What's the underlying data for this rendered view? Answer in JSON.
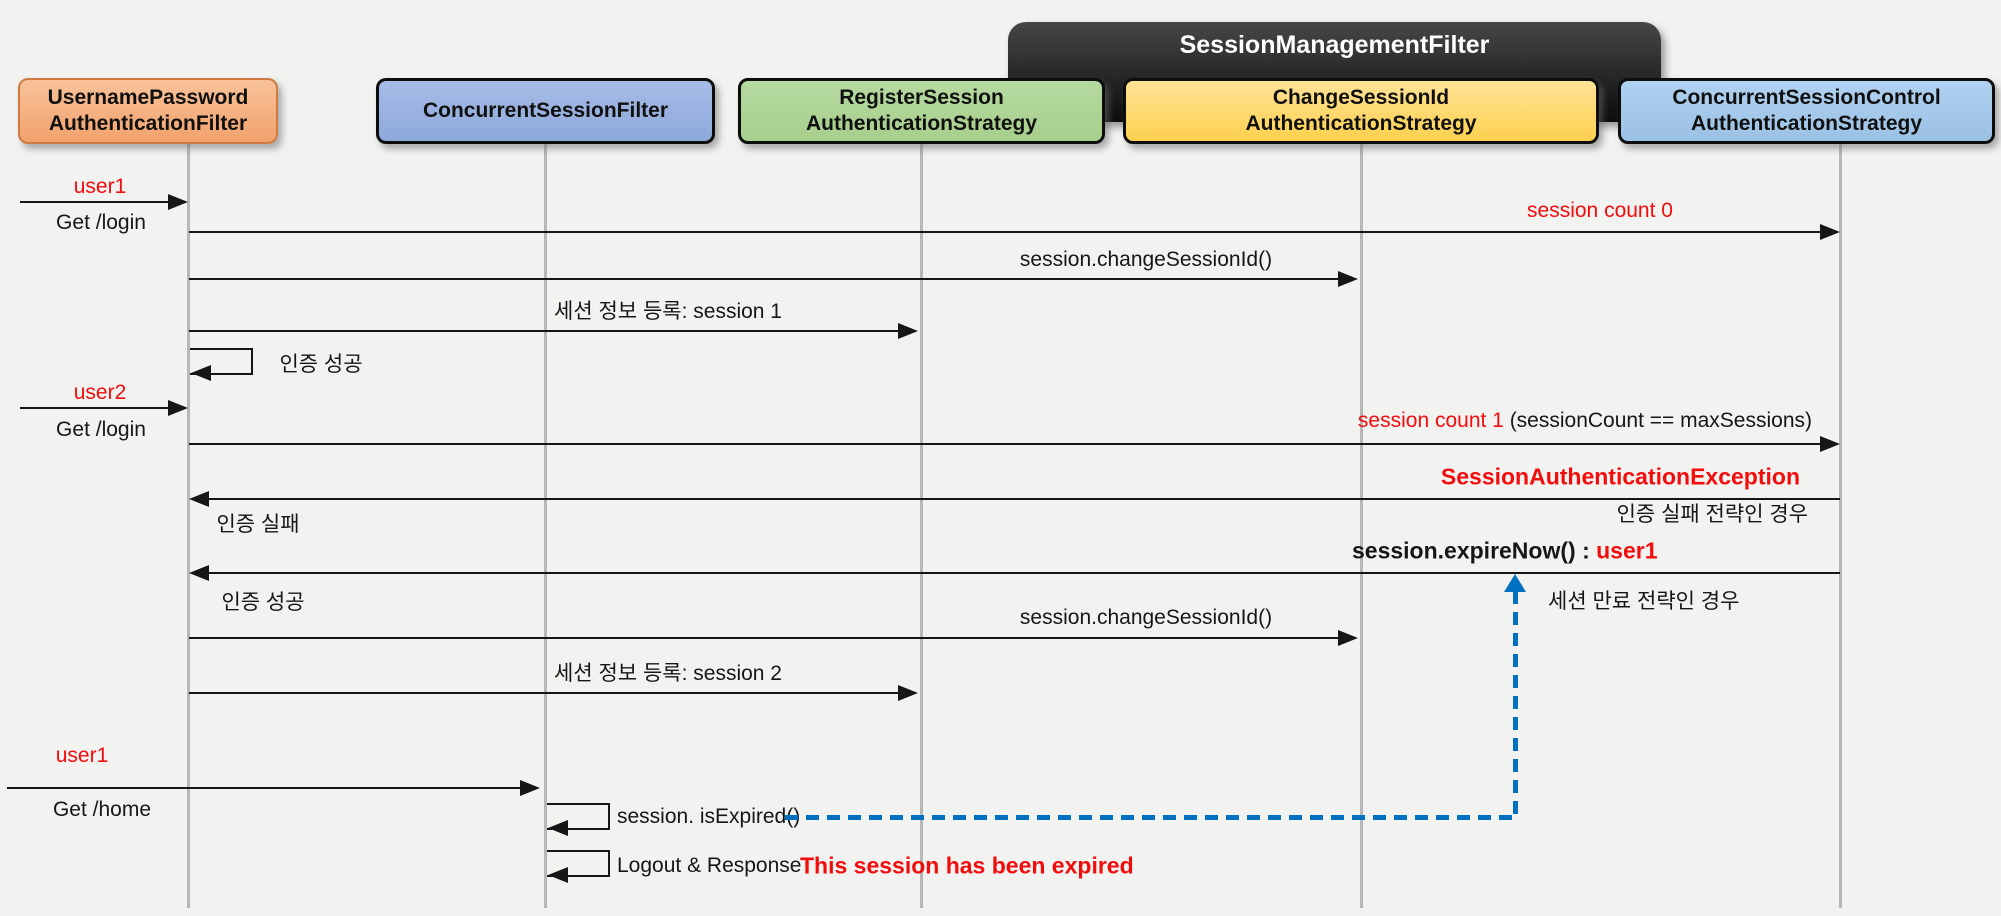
{
  "group": {
    "title": "SessionManagementFilter"
  },
  "participants": [
    {
      "id": "username-password-authentication-filter",
      "lines": [
        "UsernamePassword",
        "AuthenticationFilter"
      ]
    },
    {
      "id": "concurrent-session-filter",
      "lines": [
        "ConcurrentSessionFilter"
      ]
    },
    {
      "id": "register-session-authentication-strategy",
      "lines": [
        "RegisterSession",
        "AuthenticationStrategy"
      ]
    },
    {
      "id": "change-session-id-authentication-strategy",
      "lines": [
        "ChangeSessionId",
        "AuthenticationStrategy"
      ]
    },
    {
      "id": "concurrent-session-control-authentication-strategy",
      "lines": [
        "ConcurrentSessionControl",
        "AuthenticationStrategy"
      ]
    }
  ],
  "messages": {
    "user1": "user1",
    "get_login": "Get /login",
    "session_count_0": "session count 0",
    "change_session_id": "session.changeSessionId()",
    "register_session_1": "세션 정보 등록: session 1",
    "auth_success": "인증 성공",
    "user2": "user2",
    "session_count_1": "session count 1 ",
    "max_sessions": "(sessionCount == maxSessions)",
    "session_auth_exception": "SessionAuthenticationException",
    "auth_fail": "인증 실패",
    "auth_fail_strategy_case": "인증 실패 전략인 경우",
    "expire_now": "session.expireNow() : ",
    "expire_now_user": "user1",
    "session_expire_strategy_case": "세션 만료 전략인 경우",
    "register_session_2": "세션 정보 등록: session 2",
    "get_home": "Get /home",
    "is_expired": "session. isExpired()",
    "logout_response": "Logout & Response",
    "expired_message": "This session has been expired"
  },
  "colors": {
    "background": "#f2f2f1",
    "red": "#f20d0d",
    "dashed_blue": "#0070c0",
    "lifeline_gray": "#b7b7b7",
    "arrow_black": "#161616"
  }
}
